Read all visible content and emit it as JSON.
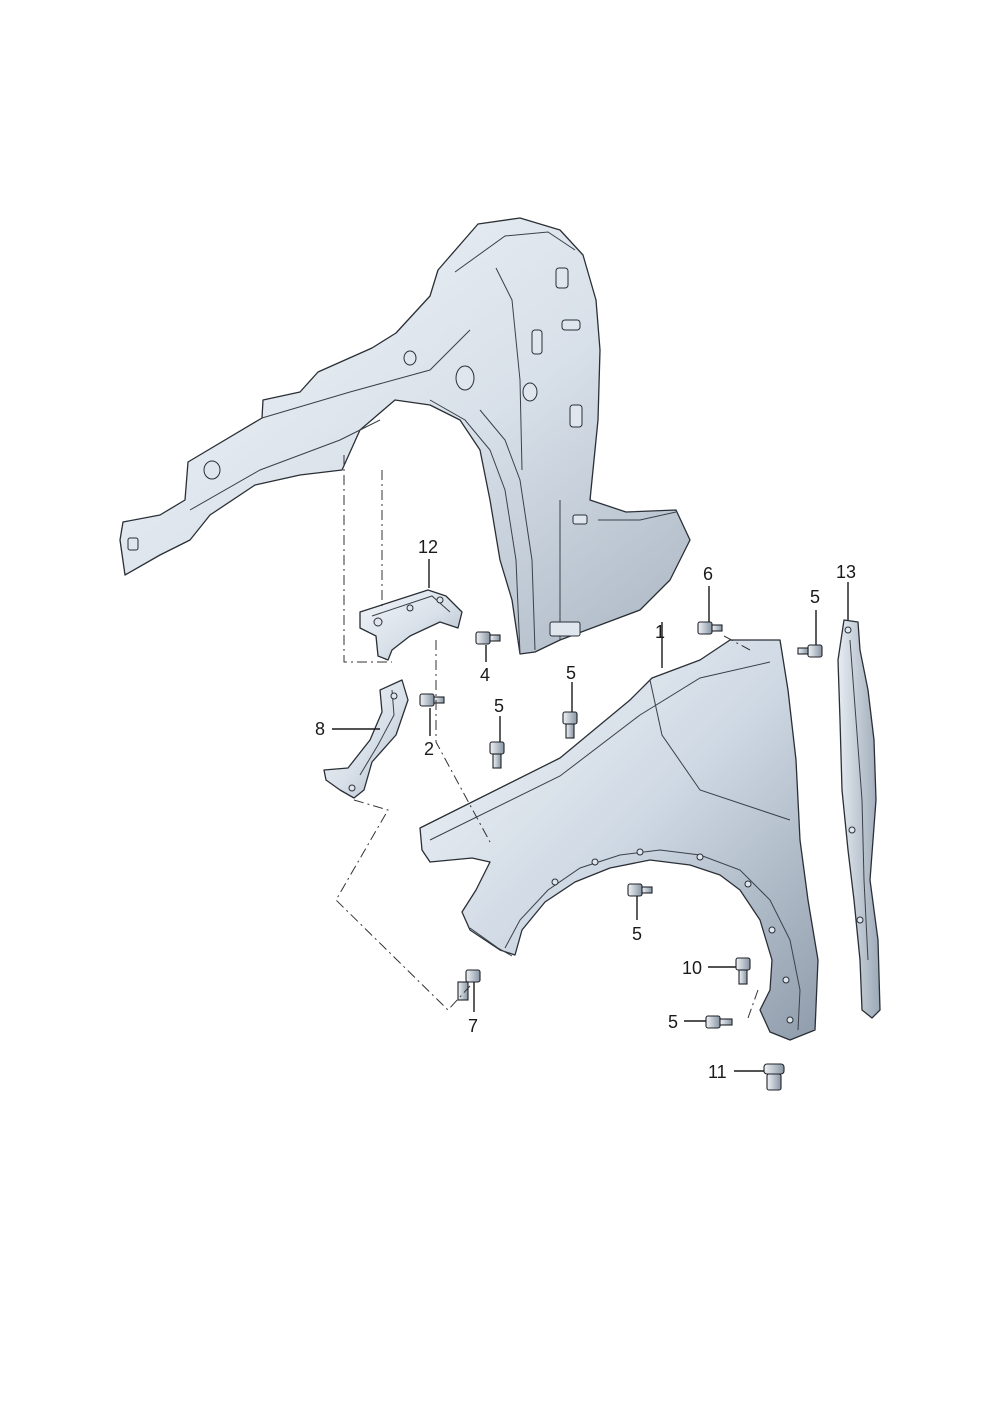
{
  "callouts": {
    "c1": "1",
    "c2": "2",
    "c4": "4",
    "c5a": "5",
    "c5b": "5",
    "c5c": "5",
    "c5d": "5",
    "c5e": "5",
    "c6": "6",
    "c7": "7",
    "c8": "8",
    "c10": "10",
    "c11": "11",
    "c12": "12",
    "c13": "13"
  },
  "colors": {
    "part_light": "#eef2f6",
    "part_mid": "#c5d0dc",
    "part_dark": "#8e9aa8",
    "outline": "#2a2f36"
  }
}
